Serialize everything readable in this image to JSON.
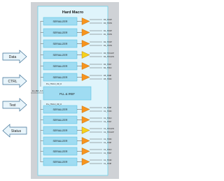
{
  "title": "Hard Macro",
  "colors": {
    "outer_bg": "#cfd2d6",
    "inner_bg": "#dff4fb",
    "inner_border": "#6fd3ec",
    "box_fill": "#9fdcf2",
    "box_border": "#5cc4e3",
    "driver_orange": "#f7941d",
    "driver_yellow": "#f5d21b",
    "arrow_fill": "#e9f5fb",
    "arrow_stroke": "#3a6f95",
    "wire": "#4a4a4a"
  },
  "left_arrows": [
    {
      "label": "Data",
      "direction": "right"
    },
    {
      "label": "CTRL",
      "direction": "right"
    },
    {
      "label": "Test",
      "direction": "right"
    },
    {
      "label": "Status",
      "direction": "left"
    }
  ],
  "pll": {
    "label": "PLL & IREF",
    "clk_in_label": "Ext_REF_CLK",
    "clk_out_label": "PLL_HSCLK_OR_CI"
  },
  "pll_bottom_label": "PLL_HSCLK_OR_CI",
  "serializers": [
    {
      "label": "SERIALIZER",
      "out_p": "D0_TXOP",
      "out_n": "D0_TXON",
      "driver": "orange"
    },
    {
      "label": "SERIALIZER",
      "out_p": "D1_TXOP",
      "out_n": "D1_TXON",
      "driver": "orange"
    },
    {
      "label": "SERIALIZER",
      "out_p": "D2_TXOP",
      "out_n": "D2_TXON",
      "driver": "orange"
    },
    {
      "label": "SERIALIZER",
      "out_p": "D3_TXCLKP",
      "out_n": "D3_TXCLKN",
      "driver": "yellow"
    },
    {
      "label": "SERIALIZER",
      "out_p": "D4_TX1P",
      "out_n": "D4_TX1N",
      "driver": "orange"
    },
    {
      "label": "SERIALIZER",
      "out_p": "D5_TX0P",
      "out_n": "D5_TX0N",
      "driver": "orange"
    },
    {
      "label": "SERIALIZER",
      "out_p": "C1_TX0P",
      "out_n": "C1_TX0N",
      "driver": "orange"
    },
    {
      "label": "SERIALIZER",
      "out_p": "C1_TX1N",
      "out_n": "C1_TX1P",
      "driver": "orange"
    },
    {
      "label": "SERIALIZER",
      "out_p": "C1_TXCLKN",
      "out_n": "C1_TXCLKP",
      "driver": "yellow"
    },
    {
      "label": "SERIALIZER",
      "out_p": "C1_TX0N",
      "out_n": "C1_TX0P",
      "driver": "orange"
    },
    {
      "label": "SERIALIZER",
      "out_p": "C1_TX1N",
      "out_n": "C1_TX1P",
      "driver": "orange"
    },
    {
      "label": "SERIALIZER",
      "out_p": "C1_TX4N",
      "out_n": "C1_TX4P",
      "driver": "orange"
    }
  ]
}
